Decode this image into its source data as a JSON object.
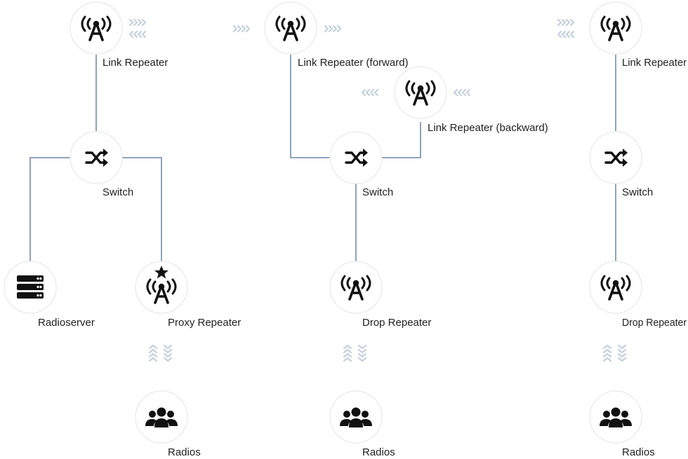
{
  "columns": [
    {
      "top": {
        "label": "Link Repeater",
        "icon": "radio-tower-icon"
      },
      "switch": {
        "label": "Switch",
        "icon": "shuffle-icon"
      },
      "server": {
        "label": "Radioserver",
        "icon": "server-icon"
      },
      "proxy": {
        "label": "Proxy Repeater",
        "icon": "starred-radio-tower-icon"
      },
      "radios": {
        "label": "Radios",
        "icon": "group-icon"
      }
    },
    {
      "forward": {
        "label": "Link Repeater (forward)",
        "icon": "radio-tower-icon"
      },
      "backward": {
        "label": "Link Repeater (backward)",
        "icon": "radio-tower-icon"
      },
      "switch": {
        "label": "Switch",
        "icon": "shuffle-icon"
      },
      "drop": {
        "label": "Drop Repeater",
        "icon": "radio-tower-icon"
      },
      "radios": {
        "label": "Radios",
        "icon": "group-icon"
      }
    },
    {
      "top": {
        "label": "Link Repeater",
        "icon": "radio-tower-icon"
      },
      "switch": {
        "label": "Switch",
        "icon": "shuffle-icon"
      },
      "drop": {
        "label": "Drop Repeater",
        "icon": "radio-tower-icon"
      },
      "radios": {
        "label": "Radios",
        "icon": "group-icon"
      }
    }
  ],
  "colors": {
    "connector": "#8fa3bb",
    "flow_arrows": "#c3d0dd",
    "icon": "#111111"
  }
}
